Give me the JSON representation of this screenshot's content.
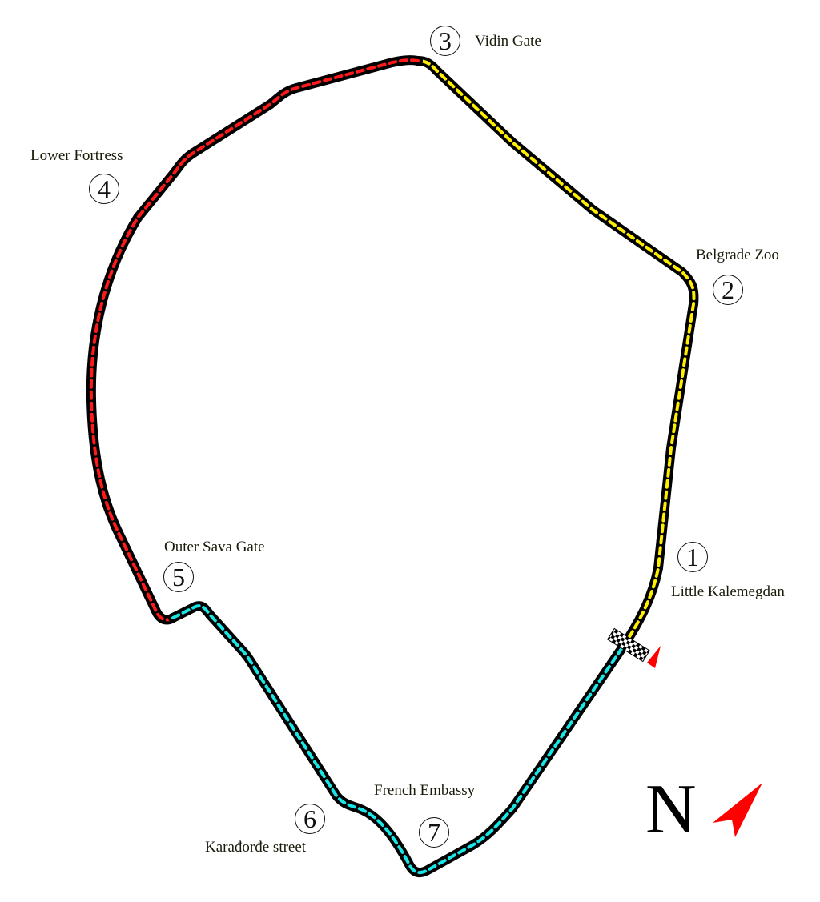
{
  "map": {
    "title": "Belgrade Fortress street circuit",
    "track_color": "#000000",
    "sectors": [
      {
        "name": "sector-1",
        "color": "#ffee00"
      },
      {
        "name": "sector-2",
        "color": "#ff0000"
      },
      {
        "name": "sector-3",
        "color": "#00e5e5"
      }
    ],
    "corners": [
      {
        "number": "1",
        "label": "Little Kalemegdan"
      },
      {
        "number": "2",
        "label": "Belgrade Zoo"
      },
      {
        "number": "3",
        "label": "Vidin Gate"
      },
      {
        "number": "4",
        "label": "Lower Fortress"
      },
      {
        "number": "5",
        "label": "Outer Sava Gate"
      },
      {
        "number": "6",
        "label": "Karađorđe street"
      },
      {
        "number": "7",
        "label": "French Embassy"
      }
    ],
    "start_finish": {
      "icon": "checkered-flag-icon",
      "direction_icon": "direction-arrow-icon",
      "color": "#ff0000"
    },
    "compass": {
      "letter": "N",
      "icon": "north-arrow-icon",
      "color": "#ff0000"
    }
  }
}
